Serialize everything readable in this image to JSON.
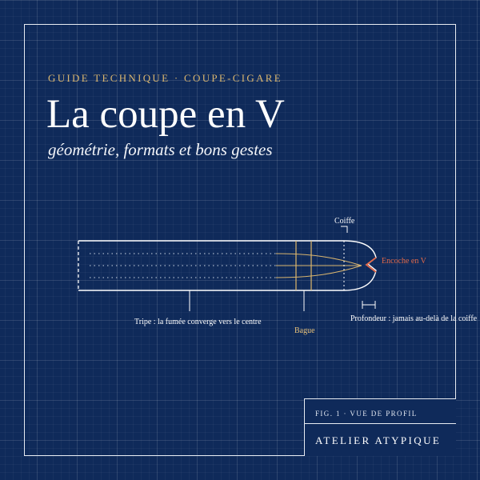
{
  "header": {
    "kicker": "GUIDE TECHNIQUE · COUPE-CIGARE",
    "title": "La coupe en V",
    "subtitle": "géométrie, formats et bons gestes"
  },
  "diagram": {
    "labels": {
      "cap": "Coiffe",
      "notch": "Encoche en V",
      "filler": "Tripe : la fumée converge vers le centre",
      "band": "Bague",
      "depth": "Profondeur : jamais au-delà de la coiffe"
    }
  },
  "credit": {
    "figure": "FIG. 1 · VUE DE PROFIL",
    "studio": "ATELIER ATYPIQUE"
  },
  "colors": {
    "background": "#0f2a5a",
    "line": "#ffffff",
    "accent_gold": "#d9b56f",
    "accent_notch": "#e36a4a"
  }
}
